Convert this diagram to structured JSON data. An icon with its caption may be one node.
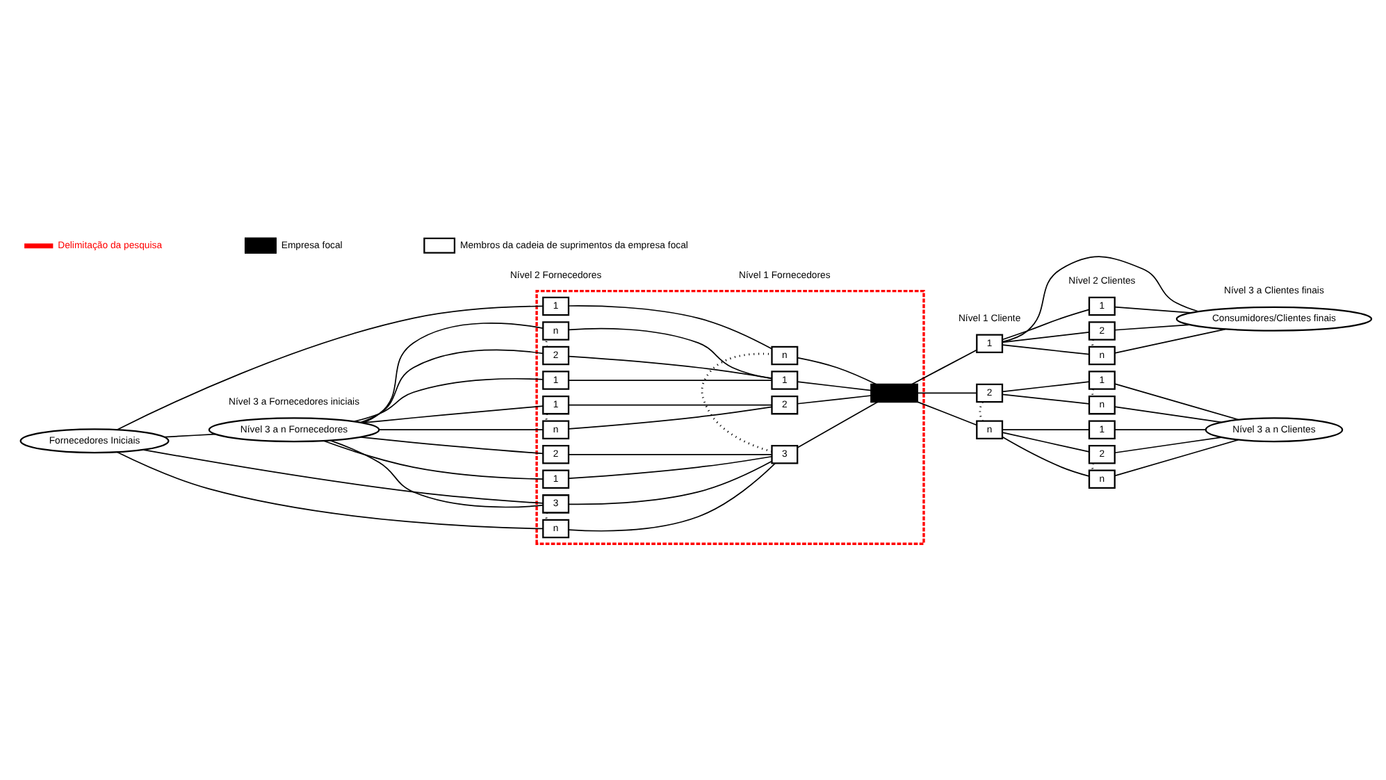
{
  "diagram": {
    "nodes": [
      {
        "text": [
          "Fornecedores Iniciais"
        ]
      },
      {
        "text": [
          "Nível 3 a n Fornecedores"
        ]
      },
      {
        "text": [],
        "shape": "box"
      },
      {
        "text": [
          "1"
        ],
        "in": 2
      },
      {
        "text": [
          "2"
        ],
        "in": 2
      },
      {
        "text": [
          "n"
        ],
        "in": 2
      },
      {
        "text": [
          "1"
        ],
        "in": 2
      },
      {
        "text": [
          "n"
        ],
        "in": 2
      },
      {
        "text": [
          "1"
        ],
        "in": 2
      },
      {
        "text": [
          "2"
        ],
        "in": 2
      },
      {
        "text": [
          "3"
        ],
        "in": 2
      },
      {
        "text": [
          "n"
        ],
        "in": 2
      },
      {
        "text": [
          "1"
        ],
        "in": 2
      },
      {
        "text": [
          "1"
        ],
        "in": 2
      },
      {
        "text": [
          "2"
        ],
        "in": 2
      },
      {
        "text": [
          "3"
        ],
        "in": 2
      },
      {
        "text": [
          "n"
        ],
        "in": 2
      },
      {
        "text": [],
        "shape": "box",
        "in": 2
      },
      {
        "text": [
          "1"
        ]
      },
      {
        "text": [
          "2"
        ]
      },
      {
        "text": [
          "n"
        ]
      },
      {
        "text": [
          "1"
        ]
      },
      {
        "text": [
          "2"
        ]
      },
      {
        "text": [
          "n"
        ]
      },
      {
        "text": [
          "1"
        ]
      },
      {
        "text": [
          "n"
        ]
      },
      {
        "text": [
          "1"
        ]
      },
      {
        "text": [
          "2"
        ]
      },
      {
        "text": [
          "n"
        ]
      },
      {
        "text": [
          "Nível 3 a n Clientes"
        ]
      },
      {
        "text": [
          "Consumidores/Clientes finais"
        ]
      }
    ],
    "edges": [
      {
        "from": 0,
        "to": 1,
        "arrow": "none"
      },
      {
        "from": 1,
        "to": 3,
        "arrow": "none"
      },
      {
        "from": 1,
        "to": 4,
        "arrow": "none"
      },
      {
        "from": 1,
        "to": 5,
        "arrow": "none"
      },
      {
        "from": 1,
        "to": 6,
        "arrow": "none"
      },
      {
        "from": 1,
        "to": 7,
        "arrow": "none"
      },
      {
        "from": 1,
        "to": 8,
        "arrow": "none"
      },
      {
        "from": 1,
        "to": 9,
        "arrow": "none"
      },
      {
        "from": 1,
        "to": 10,
        "arrow": "none"
      },
      {
        "from": 0,
        "to": 10,
        "arrow": "none"
      },
      {
        "from": 0,
        "to": 11,
        "arrow": "none"
      },
      {
        "from": 0,
        "to": 12,
        "arrow": "none"
      },
      {
        "from": 3,
        "to": 13,
        "arrow": "none"
      },
      {
        "from": 4,
        "to": 13,
        "arrow": "none"
      },
      {
        "from": 5,
        "to": 13,
        "arrow": "none"
      },
      {
        "from": 6,
        "to": 14,
        "arrow": "none"
      },
      {
        "from": 7,
        "to": 14,
        "arrow": "none"
      },
      {
        "from": 8,
        "to": 15,
        "arrow": "none"
      },
      {
        "from": 9,
        "to": 15,
        "arrow": "none"
      },
      {
        "from": 10,
        "to": 15,
        "arrow": "none"
      },
      {
        "from": 11,
        "to": 15,
        "arrow": "none"
      },
      {
        "from": 12,
        "to": 16,
        "arrow": "none"
      },
      {
        "from": 13,
        "to": 17,
        "arrow": "none"
      },
      {
        "from": 14,
        "to": 17,
        "arrow": "none"
      },
      {
        "from": 15,
        "to": 17,
        "arrow": "none"
      },
      {
        "from": 16,
        "to": 17,
        "arrow": "none"
      },
      {
        "from": 17,
        "to": 18,
        "arrow": "none"
      },
      {
        "from": 17,
        "to": 19,
        "arrow": "none"
      },
      {
        "from": 17,
        "to": 20,
        "arrow": "none"
      },
      {
        "from": 18,
        "to": 21,
        "arrow": "none"
      },
      {
        "from": 18,
        "to": 22,
        "arrow": "none"
      },
      {
        "from": 18,
        "to": 23,
        "arrow": "none"
      },
      {
        "from": 18,
        "to": 30,
        "arrow": "none"
      },
      {
        "from": 19,
        "to": 24,
        "arrow": "none"
      },
      {
        "from": 19,
        "to": 25,
        "arrow": "none"
      },
      {
        "from": 20,
        "to": 26,
        "arrow": "none"
      },
      {
        "from": 20,
        "to": 27,
        "arrow": "none"
      },
      {
        "from": 20,
        "to": 28,
        "arrow": "none"
      },
      {
        "from": 21,
        "to": 30,
        "arrow": "none"
      },
      {
        "from": 22,
        "to": 30,
        "arrow": "none"
      },
      {
        "from": 23,
        "to": 30,
        "arrow": "none"
      },
      {
        "from": 24,
        "to": 29,
        "arrow": "none"
      },
      {
        "from": 25,
        "to": 29,
        "arrow": "none"
      },
      {
        "from": 26,
        "to": 29,
        "arrow": "none"
      },
      {
        "from": 27,
        "to": 29,
        "arrow": "none"
      },
      {
        "from": 28,
        "to": 29,
        "arrow": "none"
      },
      {
        "from": 4,
        "to": 5,
        "arrow": "none",
        "style": "dashed"
      },
      {
        "from": 6,
        "to": 7,
        "arrow": "none",
        "style": "dashed"
      },
      {
        "from": 10,
        "to": 11,
        "arrow": "none",
        "style": "dashed"
      },
      {
        "from": 15,
        "to": 16,
        "arrow": "none",
        "style": "dashed"
      },
      {
        "from": 22,
        "to": 23,
        "arrow": "none",
        "style": "dashed"
      },
      {
        "from": 19,
        "to": 20,
        "arrow": "none",
        "style": "dashed"
      },
      {
        "from": 24,
        "to": 25,
        "arrow": "none",
        "style": "dashed"
      },
      {
        "from": 27,
        "to": 28,
        "arrow": "none",
        "style": "dashed"
      }
    ],
    "labels": [
      "Nível 3 a Fornecedores iniciais",
      "Nível 2 Fornecedores",
      "Nível 1 Fornecedores",
      "Nível 1 Cliente",
      "Nível 2 Clientes",
      "Nível 3 a Clientes finais"
    ],
    "legend": [
      {
        "text": "Delimitação da pesquisa"
      },
      {
        "text": "Empresa focal",
        "color": "#000000"
      },
      {
        "text": "Membros da cadeia de suprimentos da empresa focal",
        "color": "#ffffff"
      }
    ]
  }
}
